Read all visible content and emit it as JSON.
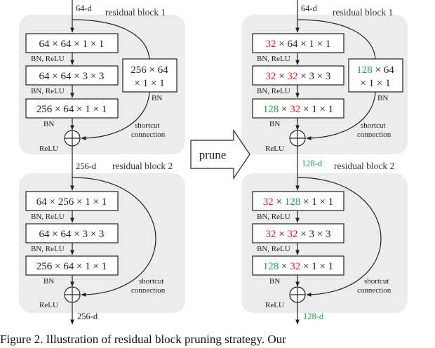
{
  "colors": {
    "red": "#e31c1c",
    "green": "#22a04a",
    "block_bg": "#ececec",
    "text": "#111111"
  },
  "left": {
    "input_dim": "64-d",
    "block1": {
      "title": "residual block 1",
      "conv1": "64 × 64 × 1 × 1",
      "conv2": "64 × 64 × 3 × 3",
      "conv3": "256 × 64 × 1 × 1",
      "shortcut_line1": "256 × 64",
      "shortcut_line2": "× 1 × 1",
      "label_bn_relu_1": "BN, ReLU",
      "label_bn_relu_2": "BN, ReLU",
      "label_bn": "BN",
      "label_shortcut_bn": "BN",
      "shortcut_caption_1": "shortcut",
      "shortcut_caption_2": "connection",
      "label_relu": "ReLU"
    },
    "mid_dim": "256-d",
    "block2": {
      "title": "residual block 2",
      "conv1": "64 × 256 × 1 × 1",
      "conv2": "64 × 64 × 3 × 3",
      "conv3": "256 × 64 × 1 × 1",
      "label_bn_relu_1": "BN, ReLU",
      "label_bn_relu_2": "BN, ReLU",
      "label_bn": "BN",
      "shortcut_caption_1": "shortcut",
      "shortcut_caption_2": "connection",
      "label_relu": "ReLU"
    },
    "output_dim": "256-d"
  },
  "prune_label": "prune",
  "right": {
    "input_dim": "64-d",
    "block1": {
      "title": "residual block 1",
      "conv1": {
        "a": "32",
        "rest": " × 64 × 1 × 1"
      },
      "conv2": {
        "a": "32",
        "mid": " × ",
        "b": "32",
        "rest": " × 3 × 3"
      },
      "conv3": {
        "a": "128",
        "mid": " × ",
        "b": "32",
        "rest": " × 1 × 1"
      },
      "shortcut": {
        "a": "128",
        "rest1": " × 64",
        "line2": "× 1 × 1"
      },
      "label_bn_relu_1": "BN, ReLU",
      "label_bn_relu_2": "BN, ReLU",
      "label_bn": "BN",
      "label_shortcut_bn": "BN",
      "shortcut_caption_1": "shortcut",
      "shortcut_caption_2": "connection",
      "label_relu": "ReLU"
    },
    "mid_dim": "128-d",
    "block2": {
      "title": "residual block 2",
      "conv1": {
        "a": "32",
        "mid": " × ",
        "b": "128",
        "rest": " × 1 × 1"
      },
      "conv2": {
        "a": "32",
        "mid": " × ",
        "b": "32",
        "rest": " × 3 × 3"
      },
      "conv3": {
        "a": "128",
        "mid": " × ",
        "b": "32",
        "rest": " × 1 × 1"
      },
      "label_bn_relu_1": "BN, ReLU",
      "label_bn_relu_2": "BN, ReLU",
      "label_bn": "BN",
      "shortcut_caption_1": "shortcut",
      "shortcut_caption_2": "connection",
      "label_relu": "ReLU"
    },
    "output_dim": "128-d"
  },
  "caption": "Figure 2. Illustration of residual block pruning strategy. Our"
}
